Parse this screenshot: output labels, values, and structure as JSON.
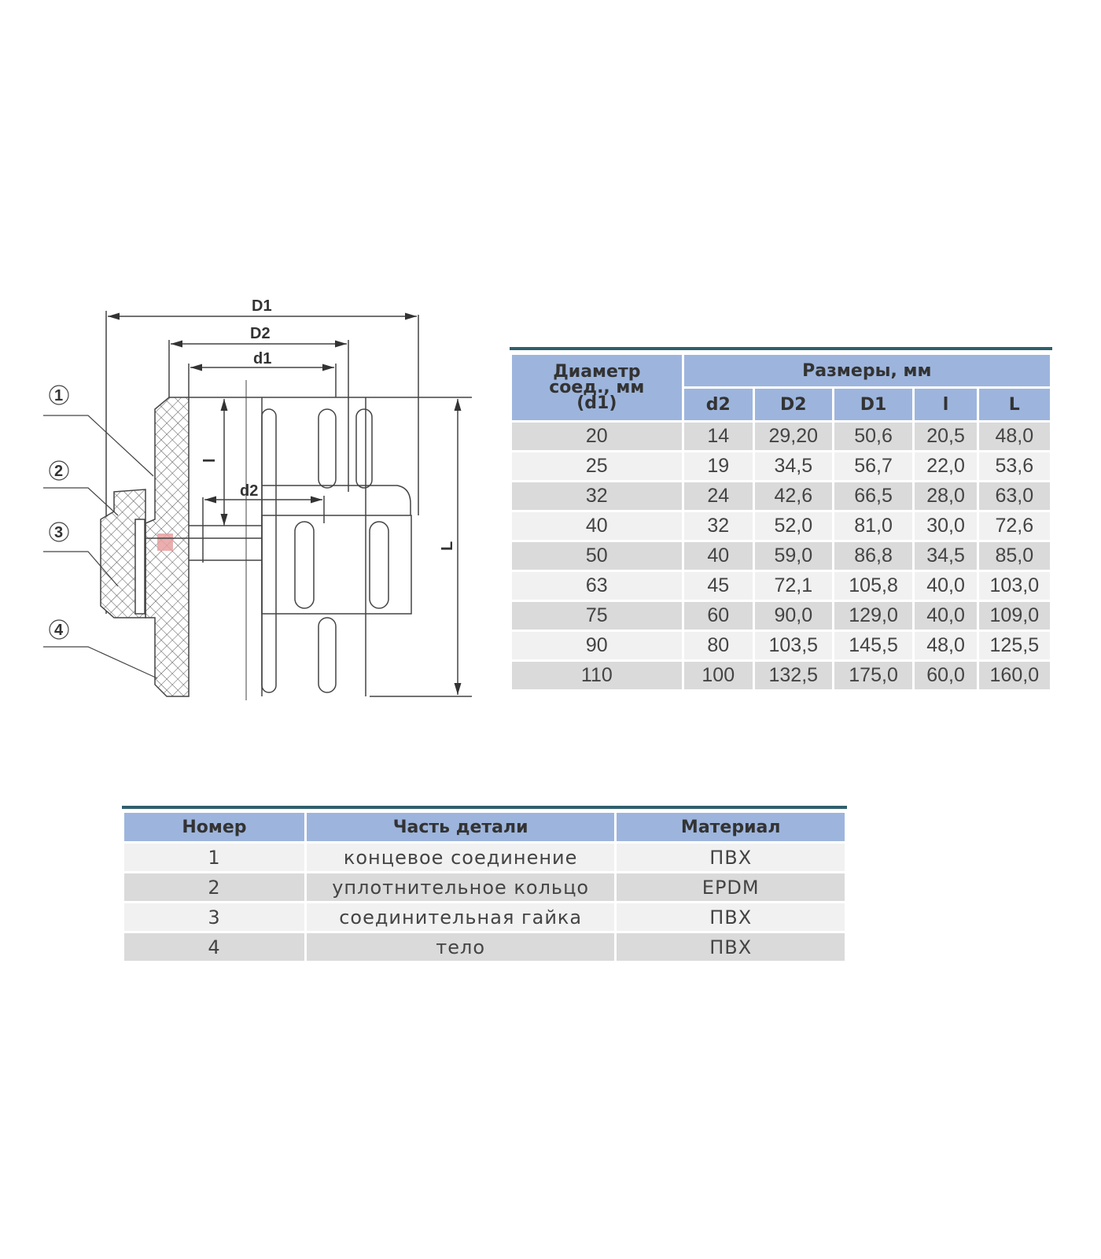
{
  "diagram": {
    "dimension_labels": {
      "D1": "D1",
      "D2": "D2",
      "d1": "d1",
      "d2": "d2",
      "l": "l",
      "L": "L"
    },
    "callouts": [
      "1",
      "2",
      "3",
      "4"
    ],
    "seal_color": "#e8a0a0"
  },
  "dimensions_table": {
    "header_first": [
      "Диаметр",
      "соед., мм",
      "(d1)"
    ],
    "header_group": "Размеры, мм",
    "columns": [
      "d2",
      "D2",
      "D1",
      "l",
      "L"
    ],
    "rows": [
      [
        "20",
        "14",
        "29,20",
        "50,6",
        "20,5",
        "48,0"
      ],
      [
        "25",
        "19",
        "34,5",
        "56,7",
        "22,0",
        "53,6"
      ],
      [
        "32",
        "24",
        "42,6",
        "66,5",
        "28,0",
        "63,0"
      ],
      [
        "40",
        "32",
        "52,0",
        "81,0",
        "30,0",
        "72,6"
      ],
      [
        "50",
        "40",
        "59,0",
        "86,8",
        "34,5",
        "85,0"
      ],
      [
        "63",
        "45",
        "72,1",
        "105,8",
        "40,0",
        "103,0"
      ],
      [
        "75",
        "60",
        "90,0",
        "129,0",
        "40,0",
        "109,0"
      ],
      [
        "90",
        "80",
        "103,5",
        "145,5",
        "48,0",
        "125,5"
      ],
      [
        "110",
        "100",
        "132,5",
        "175,0",
        "60,0",
        "160,0"
      ]
    ]
  },
  "parts_table": {
    "columns": [
      "Номер",
      "Часть детали",
      "Материал"
    ],
    "rows": [
      [
        "1",
        "концевое соединение",
        "ПВХ"
      ],
      [
        "2",
        "уплотнительное кольцо",
        "EPDM"
      ],
      [
        "3",
        "соединительная гайка",
        "ПВХ"
      ],
      [
        "4",
        "тело",
        "ПВХ"
      ]
    ]
  },
  "colors": {
    "header_bg": "#9db5dd",
    "rule": "#2f5f6c",
    "row_dark": "#dadada",
    "row_light": "#f1f1f1"
  }
}
